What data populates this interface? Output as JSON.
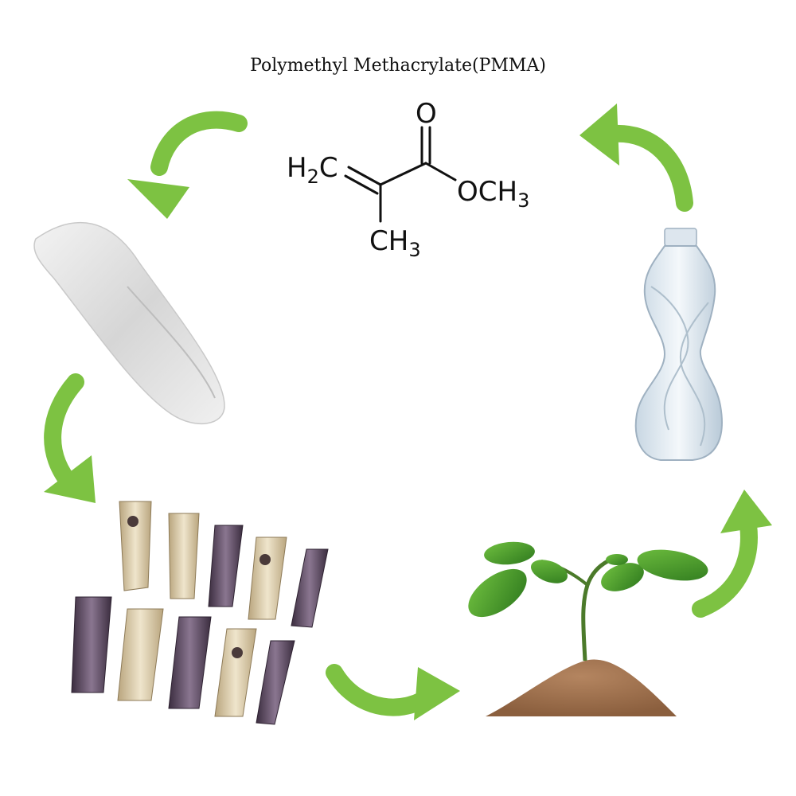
{
  "title": "Polymethyl Methacrylate(PMMA)",
  "formula": {
    "h2c_main": "H",
    "h2c_sub": "2",
    "h2c_tail": "C",
    "o_top": "O",
    "och3_main": "OCH",
    "och3_sub": "3",
    "ch3_main": "CH",
    "ch3_sub": "3"
  },
  "colors": {
    "arrow": "#7dc242",
    "leaf": "#4e9a2c",
    "soil": "#a47552",
    "nail_gold": "#d9c9a4",
    "nail_purple": "#5c4960",
    "bottle": "#d7e4ee",
    "nail_tip": "#e4e4e4"
  },
  "icons": [
    "curved-arrow-icon",
    "nail-tip-icon",
    "press-on-nails-icon",
    "plant-sprout-icon",
    "plastic-bottle-icon"
  ]
}
